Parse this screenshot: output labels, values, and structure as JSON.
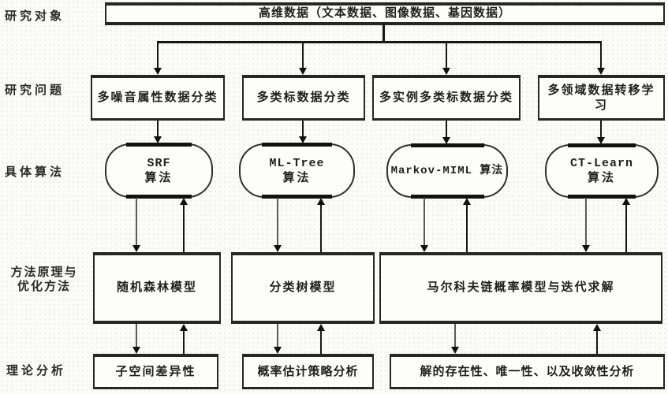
{
  "diagram": {
    "type": "flowchart",
    "row_labels": {
      "research_object": "研究对象",
      "research_problem": "研究问题",
      "algorithm": "具体算法",
      "method_line1": "方法原理与",
      "method_line2": "优化方法",
      "theory": "理论分析"
    },
    "root": {
      "label": "高维数据（文本数据、图像数据、基因数据）"
    },
    "problems": [
      {
        "label": "多噪音属性数据分类"
      },
      {
        "label": "多类标数据分类"
      },
      {
        "label": "多实例多类标数据分类"
      },
      {
        "label": "多领域数据转移学习"
      }
    ],
    "algorithms": [
      {
        "line1": "SRF",
        "line2": "算法"
      },
      {
        "line1": "ML-Tree",
        "line2": "算法"
      },
      {
        "line1": "Markov-MIML 算法",
        "line2": ""
      },
      {
        "line1": "CT-Learn",
        "line2": "算法"
      }
    ],
    "models": [
      {
        "label": "随机森林模型"
      },
      {
        "label": "分类树模型"
      },
      {
        "label": "马尔科夫链概率模型与迭代求解"
      }
    ],
    "analyses": [
      {
        "label": "子空间差异性"
      },
      {
        "label": "概率估计策略分析"
      },
      {
        "label": "解的存在性、唯一性、以及收敛性分析"
      }
    ],
    "colors": {
      "line": "#171717",
      "text": "#1f1f1f",
      "node_fill": "#fdfdfc",
      "background": "#fbfbfa"
    }
  }
}
